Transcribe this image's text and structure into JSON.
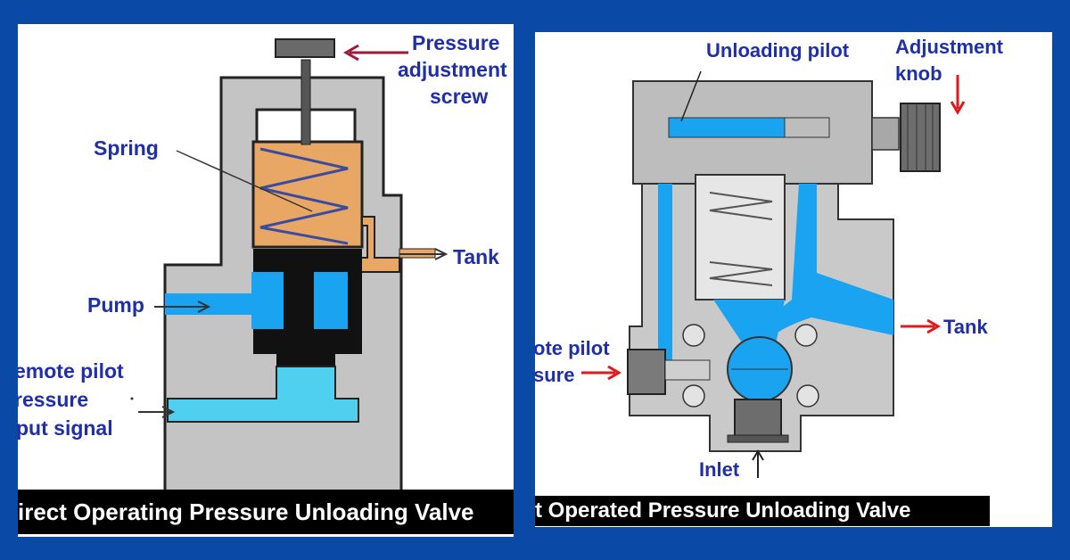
{
  "left_diagram": {
    "labels": {
      "pressure_line1": "Pressure",
      "pressure_line2": "adjustment",
      "pressure_line3": "screw",
      "spring": "Spring",
      "tank": "Tank",
      "pump": "Pump",
      "remote_line1": "emote pilot",
      "remote_line2": "ressure",
      "remote_line3": "put signal"
    },
    "caption": "irect Operating Pressure Unloading Valve"
  },
  "right_diagram": {
    "labels": {
      "unloading_pilot": "Unloading pilot",
      "adjustment_line1": "Adjustment",
      "adjustment_line2": "knob",
      "tank": "Tank",
      "remote_line1": "ote pilot",
      "remote_line2": "sure",
      "inlet": "Inlet"
    },
    "caption": "t Operated Pressure Unloading Valve"
  },
  "colors": {
    "background": "#0a4aa6",
    "label_text": "#1f2fa8",
    "arrow_red": "#e01a1a",
    "arrow_maroon": "#9b1b3a",
    "valve_body": "#c4c4c4",
    "fluid_blue": "#1aa3f0",
    "spring_chamber": "#e8a765"
  }
}
